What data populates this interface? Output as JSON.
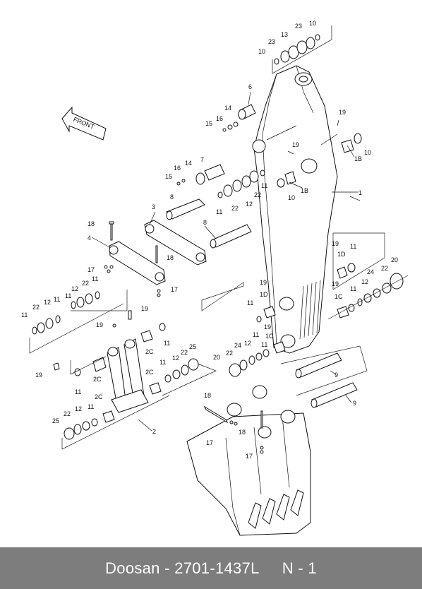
{
  "footer": {
    "brand": "Doosan",
    "sep1": " - ",
    "part_number": "2701-1437L",
    "sep2": "     ",
    "page": "N - 1"
  },
  "arrow_label": "FRONT",
  "labels": {
    "l10a": "10",
    "l23a": "23",
    "l13": "13",
    "l23b": "23",
    "l10b": "10",
    "l6": "6",
    "l14a": "14",
    "l16a": "16",
    "l15a": "15",
    "l19a": "19",
    "l19b": "19",
    "l1Ba": "1B",
    "l10c": "10",
    "l1Bb": "1B",
    "l10d": "10",
    "l1": "1",
    "l7": "7",
    "l14b": "14",
    "l16b": "16",
    "l15b": "15",
    "l11a": "11",
    "l12a": "12",
    "l22a": "22",
    "l11b": "11",
    "l8a": "8",
    "l3": "3",
    "l18a": "18",
    "l8b": "8",
    "l4": "4",
    "l18b": "18",
    "l17a": "17",
    "l17b": "17",
    "l19c": "19",
    "l1Da": "1D",
    "l11c": "11",
    "l20a": "20",
    "l22b": "22",
    "l24a": "24",
    "l12b": "12",
    "l11d": "11",
    "l19d": "19",
    "l1Db": "1D",
    "l19e": "19",
    "l1C": "1C",
    "l11e": "11",
    "l22c": "22",
    "l12c": "12",
    "l11f": "11",
    "l11g": "11",
    "l12d": "12",
    "l22d": "22",
    "l11h": "11",
    "l19f": "19",
    "l19g": "19",
    "l2Ca": "2C",
    "l11i": "11",
    "l19h": "19",
    "l11j": "11",
    "l2Cb": "2C",
    "l2Cc": "2C",
    "l2Cd": "2C",
    "l11k": "11",
    "l12e": "12",
    "l22e": "22",
    "l25a": "25",
    "l2": "2",
    "l25b": "25",
    "l22f": "22",
    "l12f": "12",
    "l11l": "11",
    "l20b": "20",
    "l22g": "22",
    "l24b": "24",
    "l11m": "11",
    "l12g": "12",
    "l1Cb": "1C",
    "l19i": "19",
    "l11n": "11",
    "l9a": "9",
    "l9b": "9",
    "l18c": "18",
    "l18d": "18",
    "l17c": "17",
    "l17d": "17"
  }
}
